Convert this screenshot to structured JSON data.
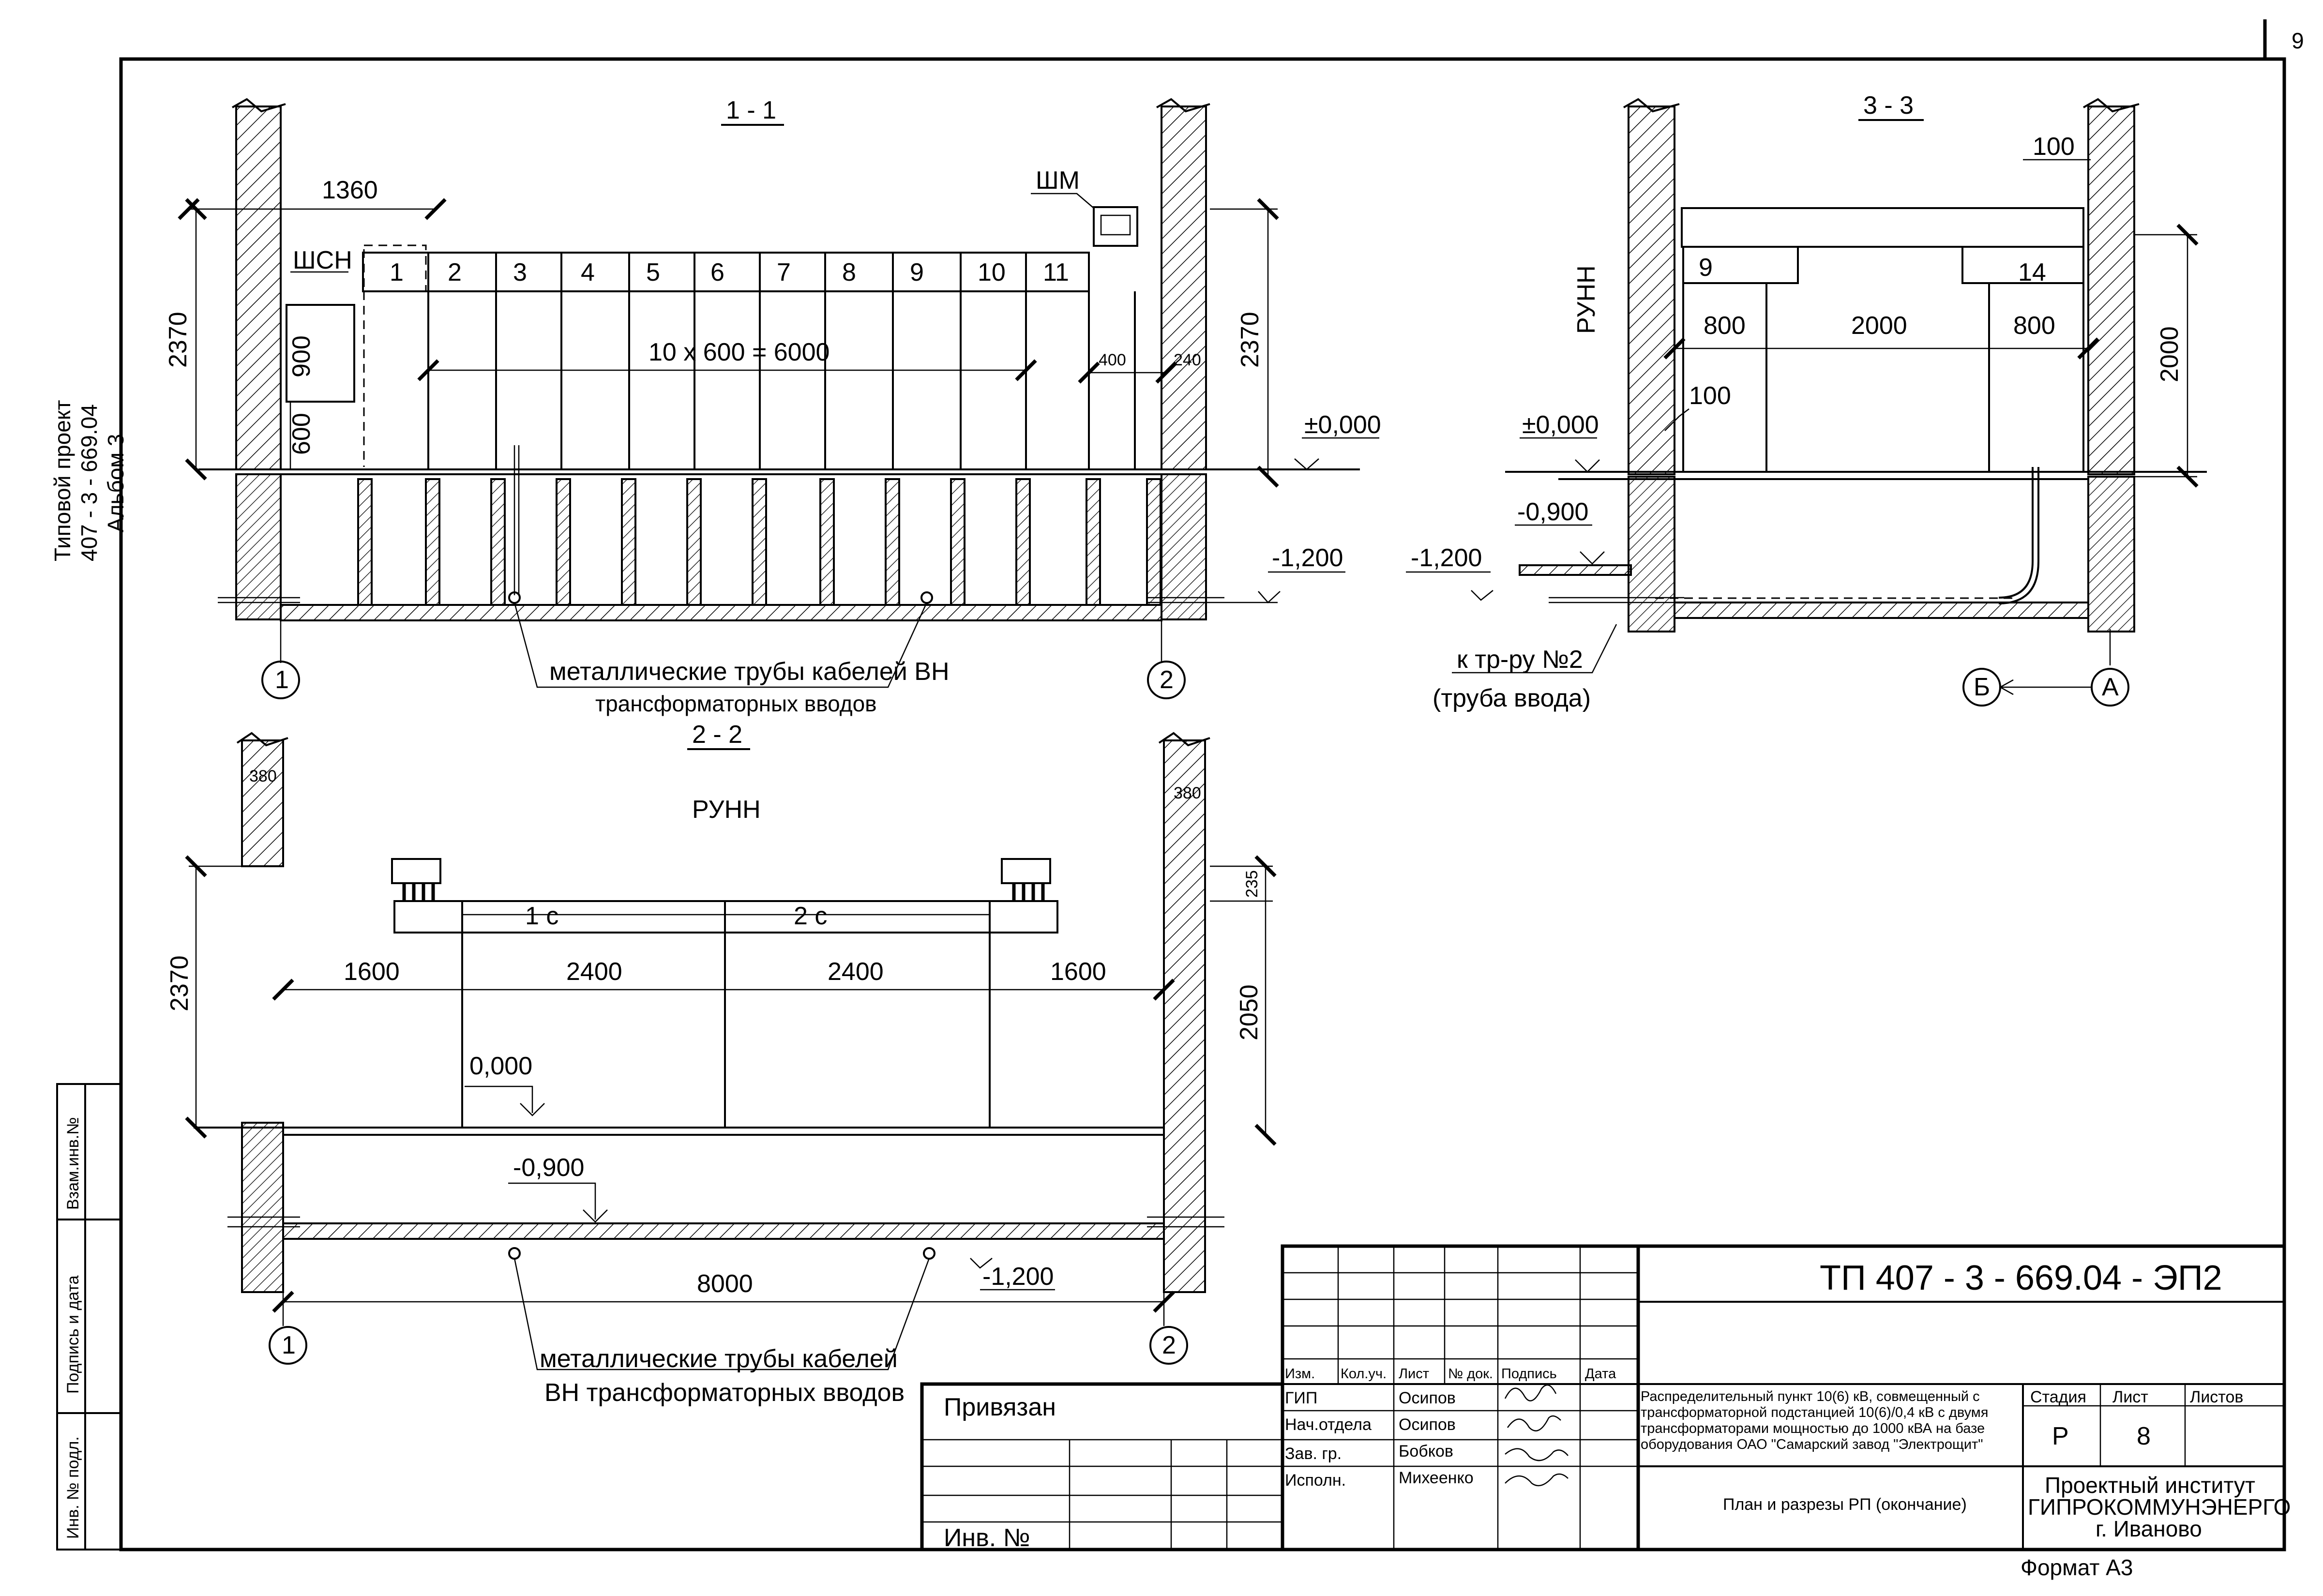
{
  "sheet_number": "9",
  "side_stamp": {
    "l1": "Типовой проект",
    "l2": "407 - 3 - 669.04",
    "l3": "Альбом 3"
  },
  "side_cols": [
    "Взам.инв.№",
    "Подпись и дата",
    "Инв. № подл."
  ],
  "s11": {
    "title": "1 - 1",
    "dim_1360": "1360",
    "dim_2370_left": "2370",
    "dim_2370_right": "2370",
    "shsn": "ШСН",
    "shm": "ШМ",
    "dim_900": "900",
    "dim_600": "600",
    "cells": [
      "1",
      "2",
      "3",
      "4",
      "5",
      "6",
      "7",
      "8",
      "9",
      "10",
      "11"
    ],
    "dim_cells": "10 x 600 = 6000",
    "dim_400": "400",
    "dim_240": "240",
    "level_0": "±0,000",
    "level_m1200": "-1,200",
    "pipes_note_l1": "металлические трубы кабелей ВН",
    "pipes_note_l2": "трансформаторных вводов",
    "axis1": "1",
    "axis2": "2"
  },
  "s22": {
    "title": "2 - 2",
    "runn": "РУНН",
    "dim_380_l": "380",
    "dim_380_r": "380",
    "sec1": "1 с",
    "sec2": "2 с",
    "dim_235": "235",
    "dim_2370": "2370",
    "dim_2050": "2050",
    "dims": [
      "1600",
      "2400",
      "2400",
      "1600"
    ],
    "level_0": "0,000",
    "level_m0900": "-0,900",
    "dim_8000": "8000",
    "level_m1200": "-1,200",
    "pipes_note_l1": "металлические трубы кабелей",
    "pipes_note_l2": "ВН трансформаторных вводов",
    "axis1": "1",
    "axis2": "2"
  },
  "s33": {
    "title": "3 - 3",
    "runn": "РУНН",
    "dim_100_top": "100",
    "cell_9": "9",
    "cell_14": "14",
    "dims": [
      "800",
      "2000",
      "800"
    ],
    "dim_2000_v": "2000",
    "dim_100": "100",
    "level_0": "±0,000",
    "level_m0900": "-0,900",
    "level_m1200": "-1,200",
    "note_l1": "к тр-ру №2",
    "note_l2": "(труба ввода)",
    "axis_b": "Б",
    "axis_a": "А"
  },
  "stamp": {
    "code": "ТП  407 - 3 - 669.04 - ЭП2",
    "privyazan": "Привязан",
    "inv": "Инв. №",
    "headers": [
      "Изм.",
      "Кол.уч.",
      "Лист",
      "№ док.",
      "Подпись",
      "Дата"
    ],
    "roles": [
      "ГИП",
      "Нач.отдела",
      "Зав. гр.",
      "Исполн."
    ],
    "names": [
      "Осипов",
      "Осипов",
      "Бобков",
      "Михеенко"
    ],
    "desc_l1": "Распределительный пункт 10(6) кВ, совмещенный с",
    "desc_l2": "трансформаторной подстанцией 10(6)/0,4 кВ с двумя",
    "desc_l3": "трансформаторами мощностью до 1000 кВА на базе",
    "desc_l4": "оборудования ОАО \"Самарский завод \"Электрощит\"",
    "sheet_title": "План и разрезы РП (окончание)",
    "stage_h": "Стадия",
    "list_h": "Лист",
    "lists_h": "Листов",
    "stage_v": "Р",
    "list_v": "8",
    "org_l1": "Проектный институт",
    "org_l2": "ГИПРОКОММУНЭНЕРГО",
    "org_l3": "г. Иваново",
    "format": "Формат А3"
  }
}
